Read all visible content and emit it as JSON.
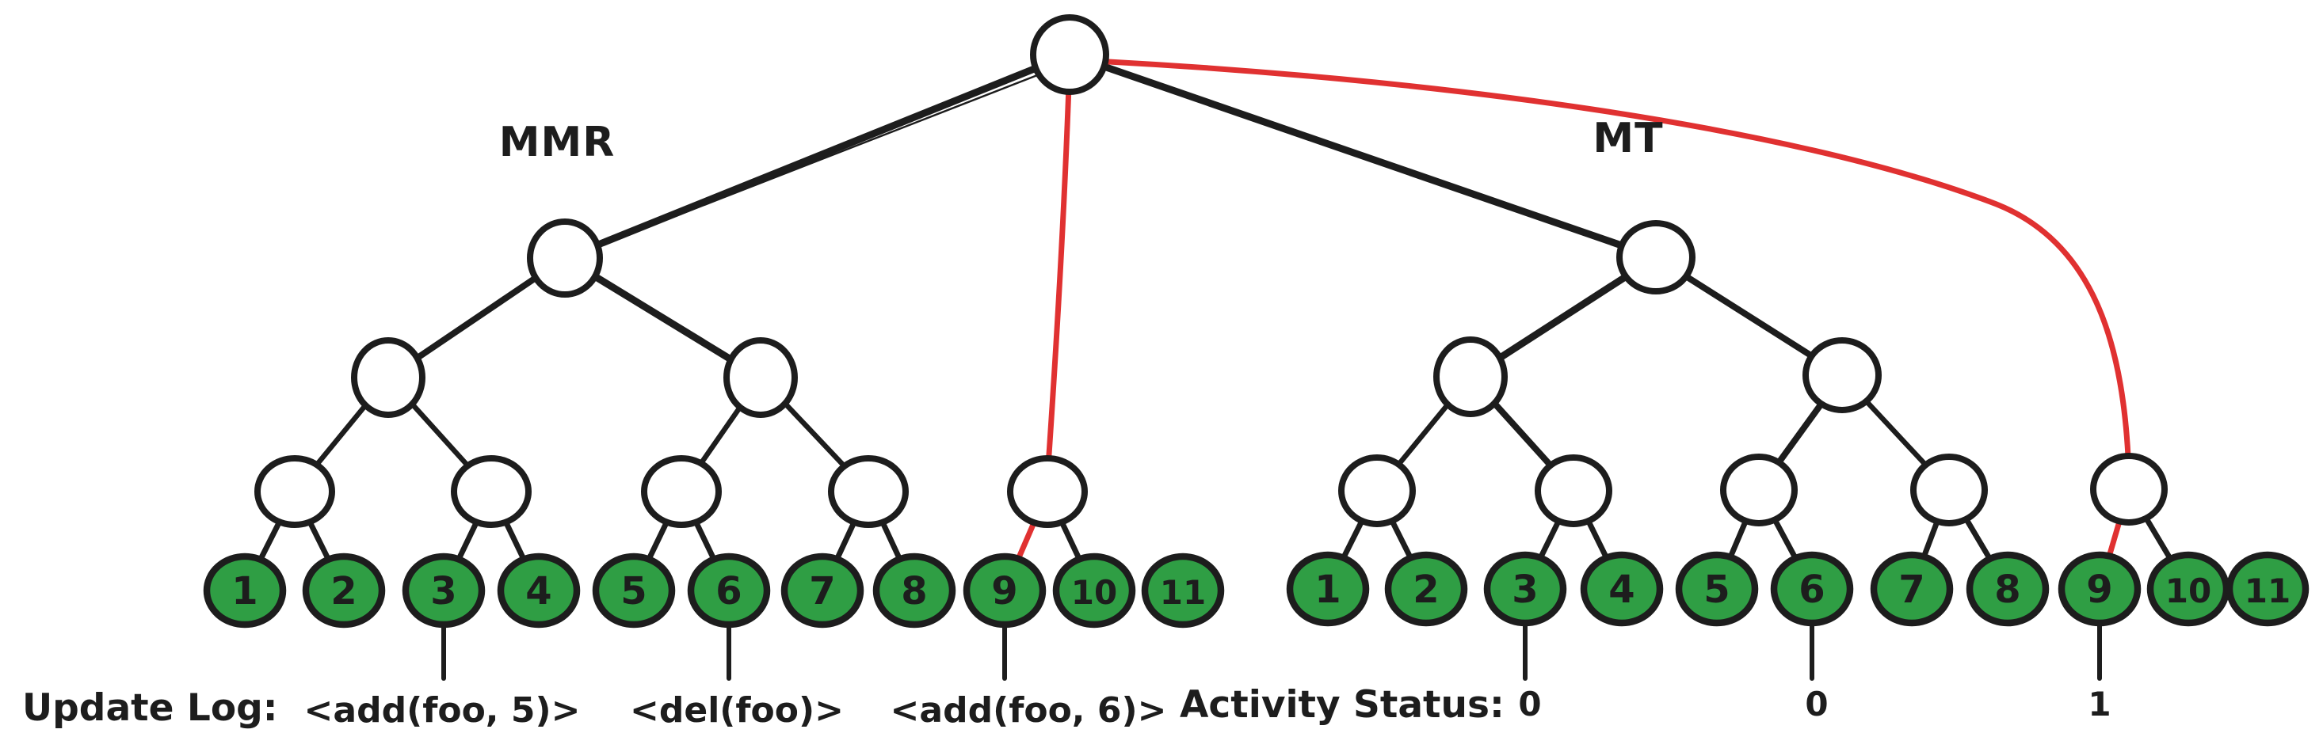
{
  "diagram": {
    "left_tree": {
      "label": "MMR",
      "leaves": [
        "1",
        "2",
        "3",
        "4",
        "5",
        "6",
        "7",
        "8",
        "9",
        "10",
        "11"
      ]
    },
    "right_tree": {
      "label": "MT",
      "leaves": [
        "1",
        "2",
        "3",
        "4",
        "5",
        "6",
        "7",
        "8",
        "9",
        "10",
        "11"
      ]
    },
    "update_log": {
      "label": "Update Log:",
      "entries": [
        "<add(foo, 5)>",
        "<del(foo)>",
        "<add(foo, 6)>"
      ]
    },
    "activity_status": {
      "label": "Activity Status:",
      "values": [
        "0",
        "0",
        "1"
      ]
    },
    "colors": {
      "ink": "#1d1d1d",
      "leaf_fill": "#2f9e44",
      "node_fill": "#ffffff",
      "highlight_red": "#e03131",
      "background": "#ffffff"
    }
  }
}
